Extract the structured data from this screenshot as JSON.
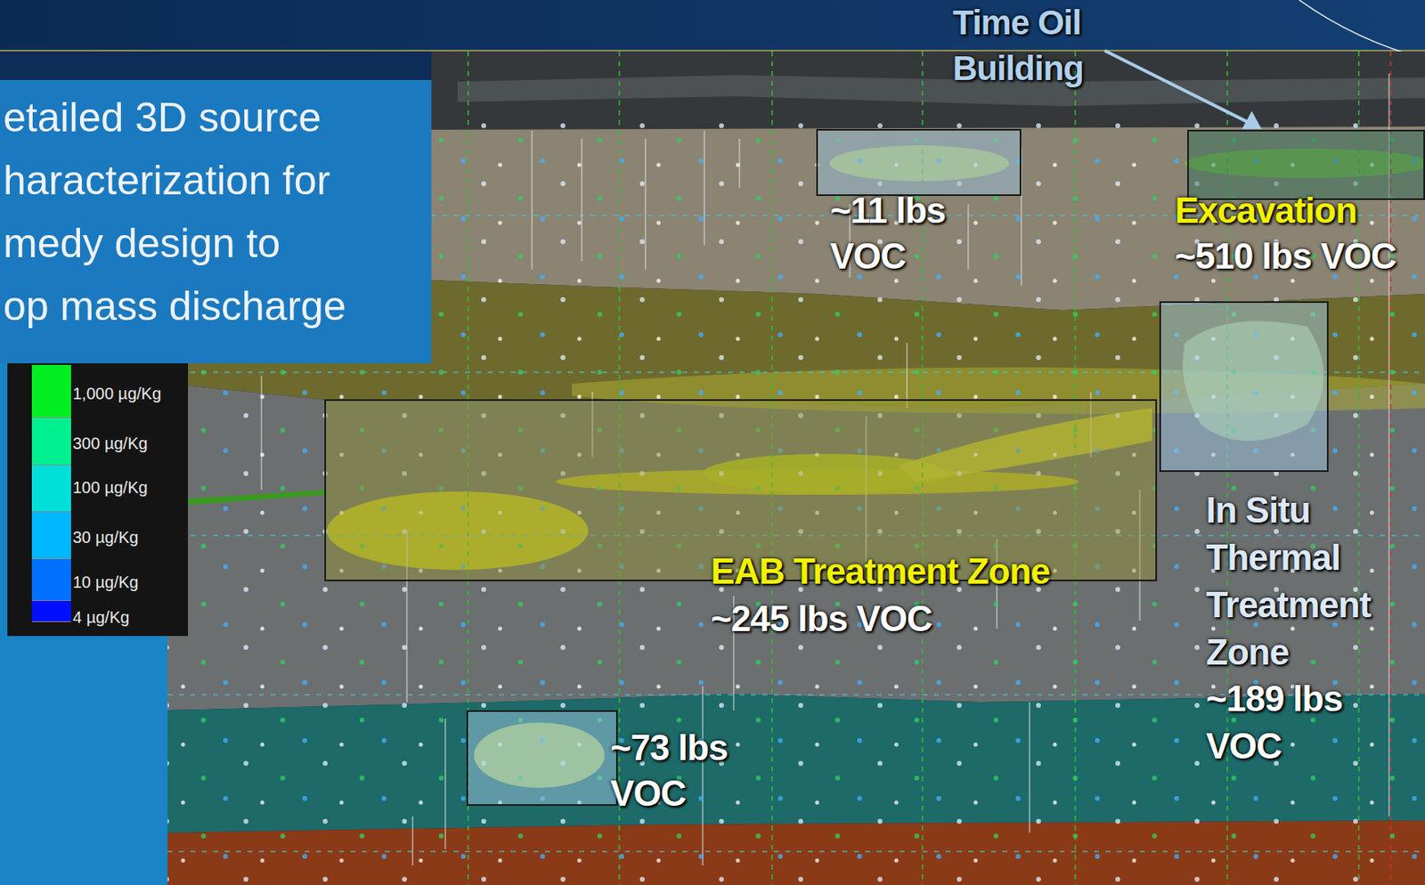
{
  "diagram": {
    "nodes": [
      {
        "text": [
          "etailed 3D source haracterization for medy design to op mass discharge"
        ]
      },
      {
        "text": [
          "~11 lbs VOC"
        ]
      },
      {
        "text": [
          "Excavation",
          "~510 lbs VOC"
        ]
      },
      {
        "text": [
          "EAB Treatment Zone",
          "~245 lbs VOC"
        ]
      },
      {
        "text": [
          "In Situ Thermal Treatment Zone",
          "~189 lbs VOC"
        ]
      },
      {
        "text": [
          "~73 lbs VOC"
        ]
      }
    ],
    "labels": [
      "Time Oil Building"
    ],
    "legend": [
      {
        "text": "1,000 µg/Kg",
        "color": "#00ee22"
      },
      {
        "text": "300 µg/Kg",
        "color": "#00f090"
      },
      {
        "text": "100 µg/Kg",
        "color": "#00e0d8"
      },
      {
        "text": "30 µg/Kg",
        "color": "#00b8ff"
      },
      {
        "text": "10 µg/Kg",
        "color": "#0070ff"
      },
      {
        "text": "4 µg/Kg",
        "color": "#0010ff"
      }
    ]
  }
}
